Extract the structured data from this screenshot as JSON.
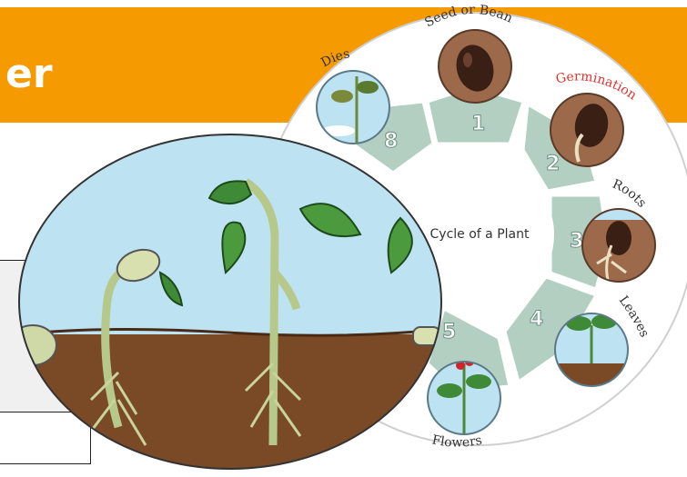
{
  "banner": {
    "title_fragment": "er"
  },
  "wheel": {
    "center_label": "Cycle of a Plant",
    "stages": [
      {
        "number": "1",
        "label": "Seed or Bean"
      },
      {
        "number": "2",
        "label": "Germination"
      },
      {
        "number": "3",
        "label": "Roots"
      },
      {
        "number": "4",
        "label": "Leaves"
      },
      {
        "number": "5",
        "label": "Flowers"
      },
      {
        "number": "8",
        "label": "Dies"
      }
    ]
  },
  "colors": {
    "banner": "#f59a00",
    "wheel_segment": "#b3cfc2",
    "soil": "#7a4a26",
    "sky": "#bde3f3",
    "germination_label": "#e1322d"
  }
}
